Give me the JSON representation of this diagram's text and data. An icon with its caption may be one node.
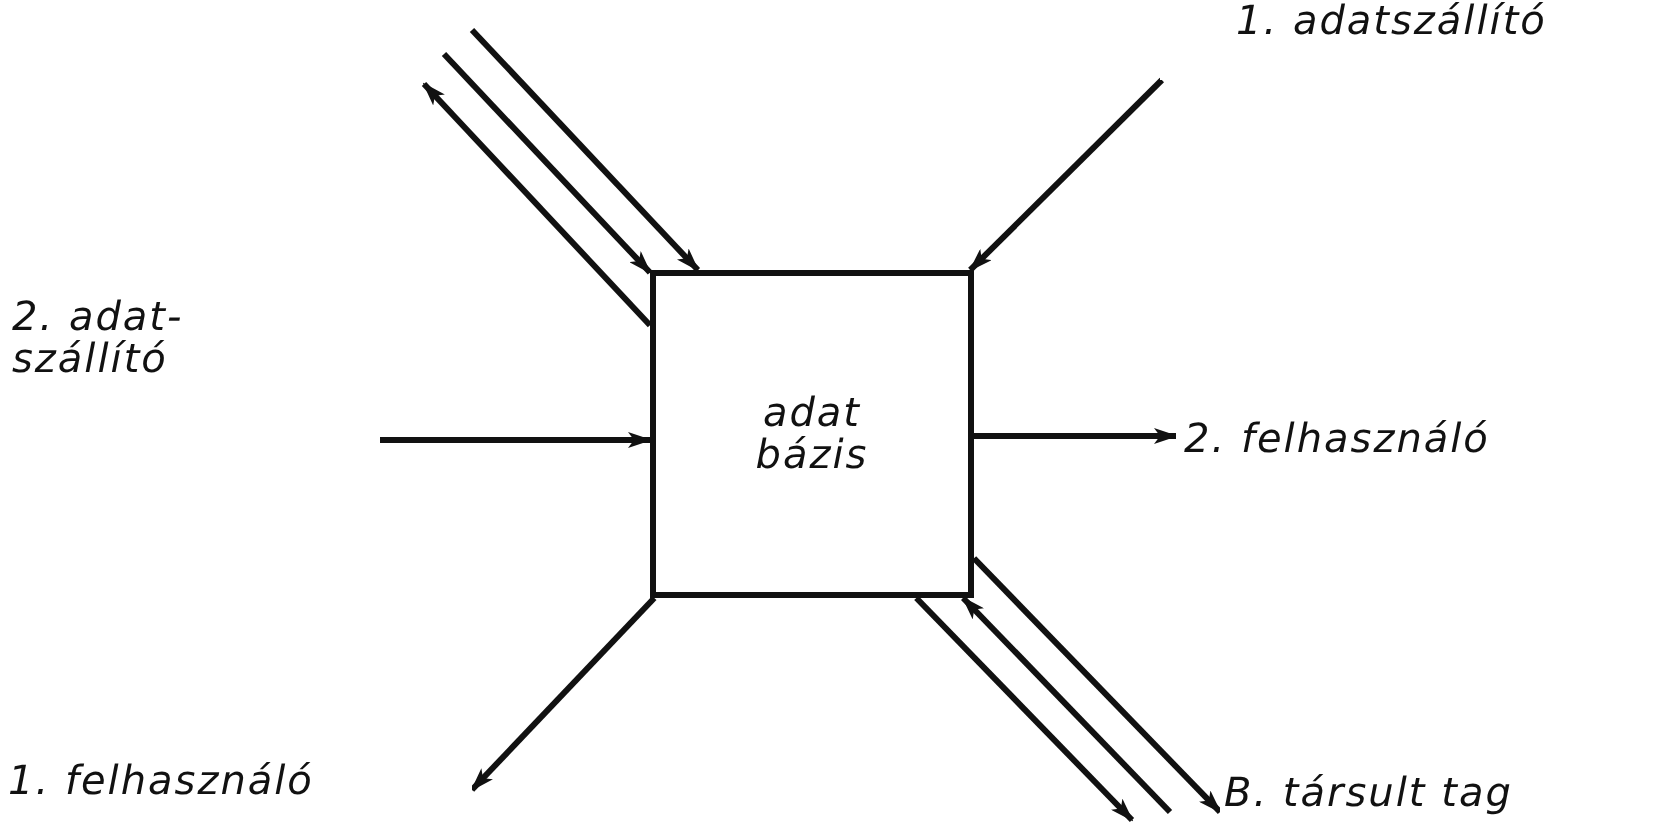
{
  "diagram": {
    "nodes": [
      {
        "text": [
          "adat bázis"
        ]
      },
      {
        "text": [
          "1. adatszállító"
        ]
      },
      {
        "text": [
          "2. adat- szállító"
        ]
      },
      {
        "text": [
          "2. felhasználó"
        ]
      },
      {
        "text": [
          "1. felhasználó"
        ]
      },
      {
        "text": [
          "B. társult tag"
        ]
      }
    ],
    "edges": [
      {
        "from": null,
        "to": 0,
        "arrow": "to"
      },
      {
        "from": null,
        "to": 0,
        "arrow": "to"
      },
      {
        "from": 0,
        "to": null,
        "arrow": "to"
      },
      {
        "from": 1,
        "to": 0,
        "arrow": "to"
      },
      {
        "from": 2,
        "to": 0,
        "arrow": "to"
      },
      {
        "from": 0,
        "to": 3,
        "arrow": "to"
      },
      {
        "from": 0,
        "to": 4,
        "arrow": "to"
      },
      {
        "from": 0,
        "to": 5,
        "arrow": "to"
      },
      {
        "from": null,
        "to": 0,
        "arrow": "to"
      },
      {
        "from": 0,
        "to": null,
        "arrow": "to"
      }
    ]
  }
}
